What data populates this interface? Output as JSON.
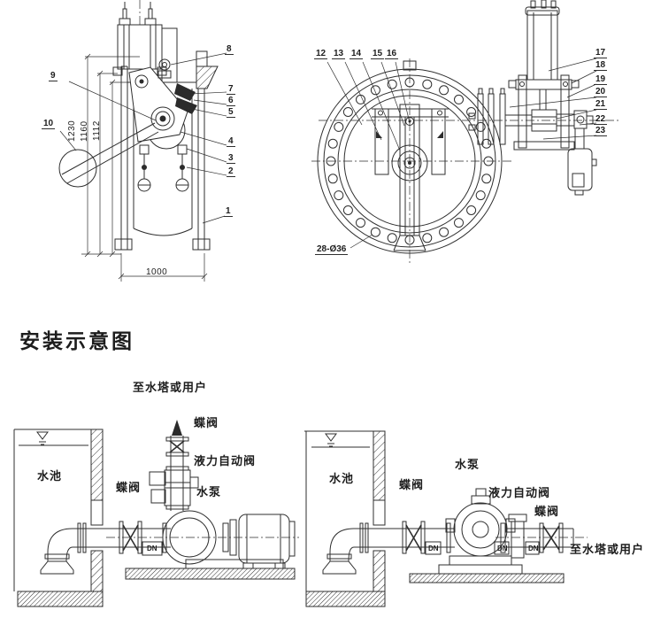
{
  "section_title": "安装示意图",
  "side_view": {
    "dim_height_outer": "1230",
    "dim_height_mid": "1160",
    "dim_height_inner": "1112",
    "dim_width": "1000",
    "callouts": [
      "1",
      "2",
      "3",
      "4",
      "5",
      "6",
      "7",
      "8",
      "9",
      "10"
    ]
  },
  "front_view": {
    "callouts_top": [
      "12",
      "13",
      "14",
      "15",
      "16"
    ],
    "callouts_right": [
      "17",
      "18",
      "19",
      "20",
      "21",
      "22",
      "23"
    ],
    "bolt_note": "28-Ø36"
  },
  "install_left": {
    "to_tower": "至水塔或用户",
    "butterfly_top": "蝶阀",
    "hydraulic_valve": "液力自动阀",
    "butterfly_suction": "蝶阀",
    "pump": "水泵",
    "tank": "水池",
    "dn": "DN"
  },
  "install_right": {
    "tank": "水池",
    "butterfly_suction": "蝶阀",
    "pump": "水泵",
    "hydraulic_valve": "液力自动阀",
    "butterfly_outlet": "蝶阀",
    "to_tower": "至水塔或用户",
    "dn": "DN"
  },
  "colors": {
    "line": "#2f2f2f",
    "paper": "#ffffff"
  }
}
